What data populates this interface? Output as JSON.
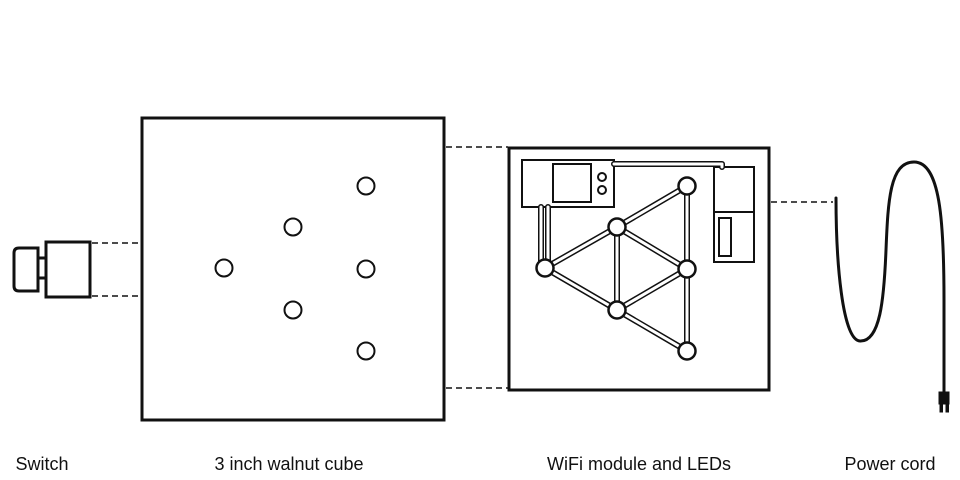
{
  "labels": {
    "switch": "Switch",
    "cube": "3 inch walnut cube",
    "wifi": "WiFi module and LEDs",
    "power_cord": "Power cord"
  },
  "colors": {
    "stroke": "#111111",
    "background": "#ffffff"
  },
  "cube_face": {
    "hole_count": 6
  },
  "led_board": {
    "led_count": 6
  }
}
